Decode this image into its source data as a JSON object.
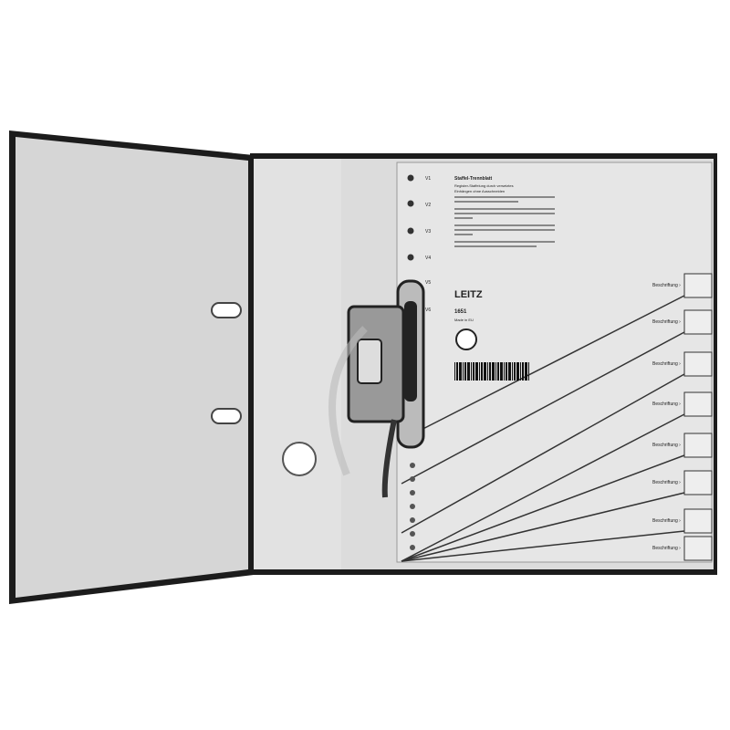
{
  "divider": {
    "title": "Staffel-Trennblatt",
    "subtitle_1": "Register-Staffelung durch versetztes",
    "subtitle_2": "Einhängen ohne Ausschneiden",
    "positions": [
      "V1",
      "V2",
      "V3",
      "V4",
      "V5",
      "V6"
    ],
    "brand": "LEITZ",
    "model": "1651",
    "origin": "Made in EU",
    "tab_label": "Beschriftung",
    "tab_count": 8
  },
  "colors": {
    "cover_edge": "#1a1a1a",
    "board": "#d9d9d9",
    "sheet": "#e4e4e4"
  }
}
